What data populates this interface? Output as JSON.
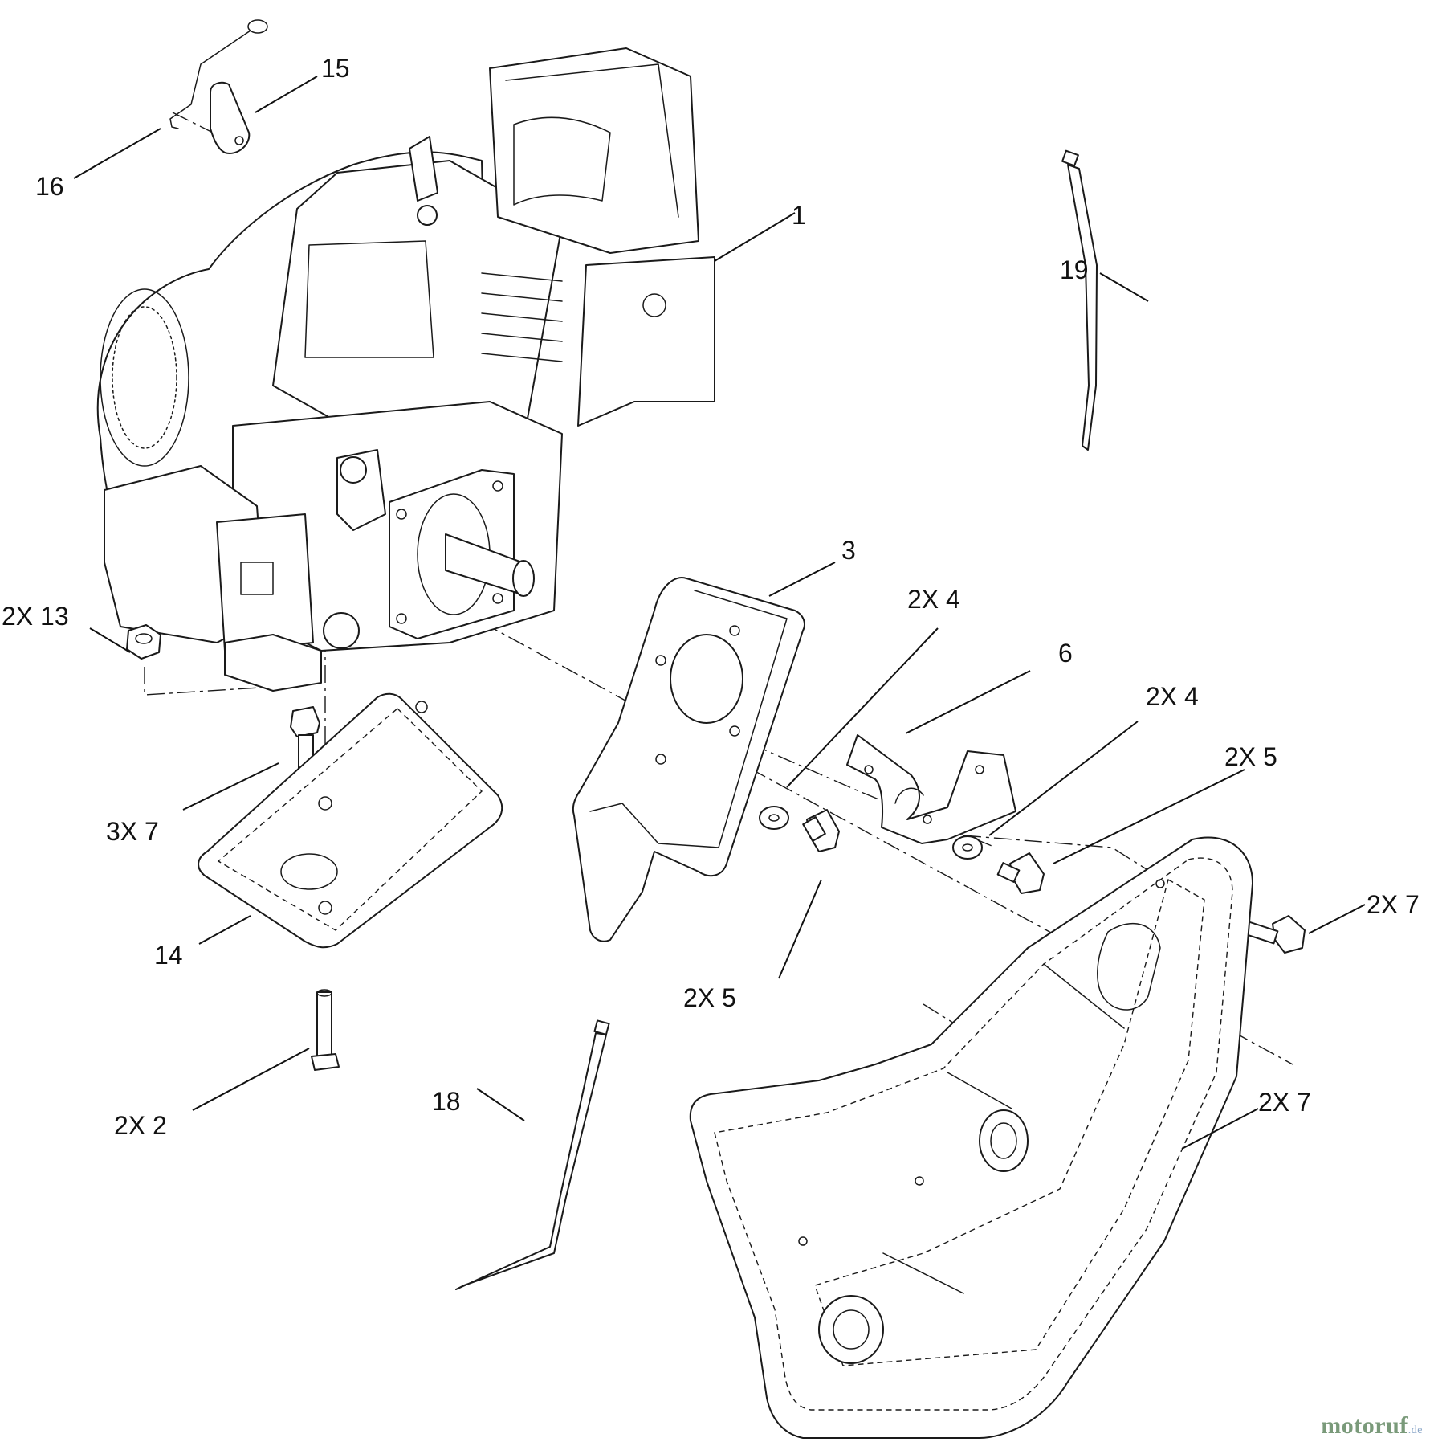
{
  "callouts": [
    {
      "id": "c1",
      "text": "1"
    },
    {
      "id": "c15",
      "text": "15"
    },
    {
      "id": "c16",
      "text": "16"
    },
    {
      "id": "c19",
      "text": "19"
    },
    {
      "id": "c3",
      "text": "3"
    },
    {
      "id": "c13",
      "text": "2X 13"
    },
    {
      "id": "c4a",
      "text": "2X 4"
    },
    {
      "id": "c6",
      "text": "6"
    },
    {
      "id": "c4b",
      "text": "2X 4"
    },
    {
      "id": "c5a",
      "text": "2X 5"
    },
    {
      "id": "c7a",
      "text": "3X 7"
    },
    {
      "id": "c7b",
      "text": "2X 7"
    },
    {
      "id": "c14",
      "text": "14"
    },
    {
      "id": "c5b",
      "text": "2X 5"
    },
    {
      "id": "c18",
      "text": "18"
    },
    {
      "id": "c7c",
      "text": "2X 7"
    },
    {
      "id": "c2",
      "text": "2X 2"
    }
  ],
  "watermark": {
    "brand": "motoruf",
    "suffix": ".de"
  }
}
